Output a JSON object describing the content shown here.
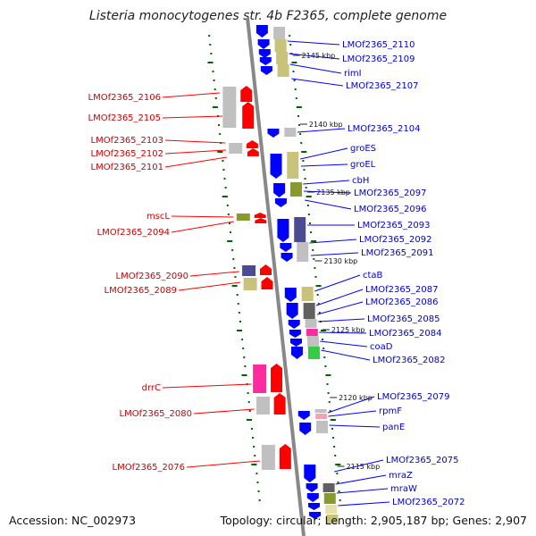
{
  "title": "Listeria monocytogenes str. 4b F2365, complete genome",
  "footer": {
    "accession": "Accession: NC_002973",
    "summary": "Topology: circular; Length: 2,905,187 bp; Genes: 2,907"
  },
  "colors": {
    "forward": "#ff0000",
    "reverse": "#0000ff",
    "backbone": "#888888",
    "cog_gray": "#c0c0c0",
    "cog_khaki": "#c8c27a",
    "cog_olive": "#8a9a2a",
    "cog_purple": "#4c4a92",
    "cog_dark": "#606060",
    "cog_magenta": "#ff2aa0",
    "cog_green": "#33cc44",
    "cog_pink": "#f4a3b4",
    "cog_pale": "#e4e2a8",
    "ticks": "#006600"
  },
  "kbp_marks": [
    "2145 kbp",
    "2140 kbp",
    "2135 kbp",
    "2130 kbp",
    "2125 kbp",
    "2120 kbp",
    "2115 kbp"
  ],
  "left_labels": [
    "LMOf2365_2106",
    "LMOf2365_2105",
    "LMOf2365_2103",
    "LMOf2365_2102",
    "LMOf2365_2101",
    "mscL",
    "LMOf2365_2094",
    "LMOf2365_2090",
    "LMOf2365_2089",
    "drrC",
    "LMOf2365_2080",
    "LMOf2365_2076"
  ],
  "right_labels": [
    "LMOf2365_2110",
    "LMOf2365_2109",
    "rimI",
    "LMOf2365_2107",
    "LMOf2365_2104",
    "groES",
    "groEL",
    "cbH",
    "LMOf2365_2097",
    "LMOf2365_2096",
    "LMOf2365_2093",
    "LMOf2365_2092",
    "LMOf2365_2091",
    "ctaB",
    "LMOf2365_2087",
    "LMOf2365_2086",
    "LMOf2365_2085",
    "LMOf2365_2084",
    "coaD",
    "LMOf2365_2082",
    "LMOf2365_2079",
    "rpmF",
    "panE",
    "LMOf2365_2075",
    "mraZ",
    "mraW",
    "LMOf2365_2072"
  ]
}
